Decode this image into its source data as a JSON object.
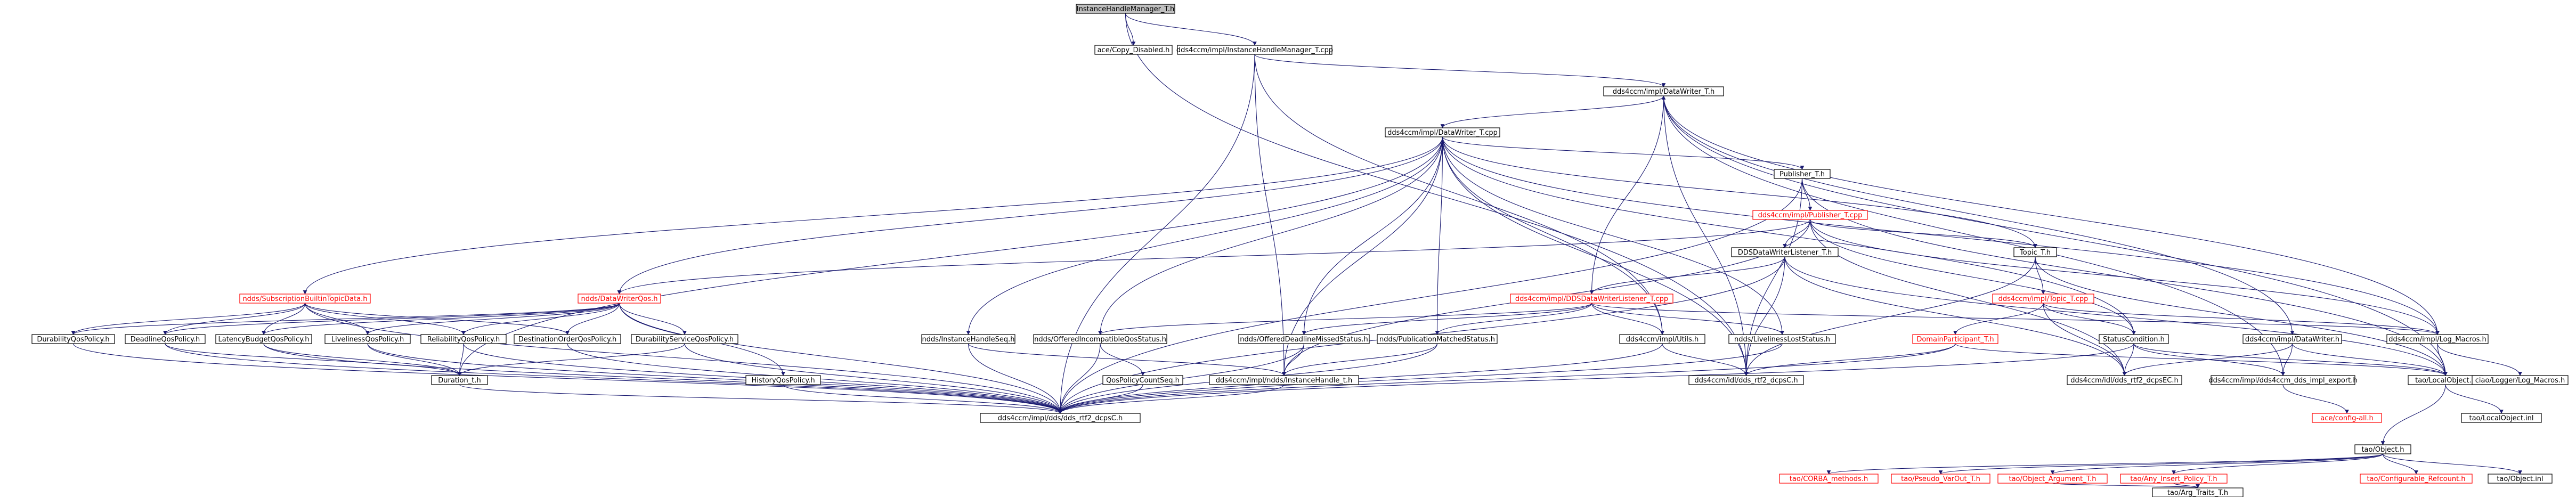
{
  "colors": {
    "node_border": "#000000",
    "node_border_missing": "#ff0000",
    "root_fill": "#bfbfbf",
    "edge": "#191970"
  },
  "nodes": {
    "root": "InstanceHandleManager_T.h",
    "copy_disabled": "ace/Copy_Disabled.h",
    "ihm_cpp": "dds4ccm/impl/InstanceHandleManager_T.cpp",
    "dw_h": "dds4ccm/impl/DataWriter_T.h",
    "dw_cpp": "dds4ccm/impl/DataWriter_T.cpp",
    "publisher_h": "Publisher_T.h",
    "publisher_cpp": "dds4ccm/impl/Publisher_T.cpp",
    "ddsdwl_h": "DDSDataWriterListener_T.h",
    "topic_h": "Topic_T.h",
    "topic_cpp": "dds4ccm/impl/Topic_T.cpp",
    "sub_builtin": "ndds/SubscriptionBuiltinTopicData.h",
    "dwqos": "ndds/DataWriterQos.h",
    "ddsdwl_cpp": "dds4ccm/impl/DDSDataWriterListener_T.cpp",
    "domain_participant": "DomainParticipant_T.h",
    "status_condition": "StatusCondition.h",
    "impl_datawriter": "dds4ccm/impl/DataWriter.h",
    "durability": "DurabilityQosPolicy.h",
    "deadline": "DeadlineQosPolicy.h",
    "latency": "LatencyBudgetQosPolicy.h",
    "liveliness": "LivelinessQosPolicy.h",
    "reliability": "ReliabilityQosPolicy.h",
    "dest_order": "DestinationOrderQosPolicy.h",
    "durability_service": "DurabilityServiceQosPolicy.h",
    "ihs": "ndds/InstanceHandleSeq.h",
    "offered_incompat": "ndds/OfferedIncompatibleQosStatus.h",
    "offered_deadline": "ndds/OfferedDeadlineMissedStatus.h",
    "pub_matched": "ndds/PublicationMatchedStatus.h",
    "utils": "dds4ccm/impl/Utils.h",
    "liveliness_lost": "ndds/LivelinessLostStatus.h",
    "log_macros": "dds4ccm/impl/Log_Macros.h",
    "history": "HistoryQosPolicy.h",
    "qos_count": "QosPolicyCountSeq.h",
    "duration": "Duration_t.h",
    "instancehandle": "dds4ccm/impl/ndds/InstanceHandle_t.h",
    "dds_rtiC": "dds4ccm/idl/dds_rtf2_dcpsC.h",
    "dds_rtiEC": "dds4ccm/idl/dds_rtf2_dcpsEC.h",
    "dds4ccm_export": "dds4ccm/impl/dds4ccm_dds_impl_export.h",
    "local_object": "tao/LocalObject.h",
    "logger_log_macros": "ciao/Logger/Log_Macros.h",
    "dds_rtf2_dcpsC": "dds4ccm/impl/dds/dds_rtf2_dcpsC.h",
    "config_all": "ace/config-all.h",
    "local_object_inl": "tao/LocalObject.inl",
    "object_h": "tao/Object.h",
    "corba_methods": "tao/CORBA_methods.h",
    "pseudo_var": "tao/Pseudo_VarOut_T.h",
    "object_argument": "tao/Object_Argument_T.h",
    "any_insert": "tao/Any_Insert_Policy_T.h",
    "configurable_refcount": "tao/Configurable_Refcount.h",
    "object_inl": "tao/Object.inl",
    "arg_traits": "tao/Arg_Traits_T.h"
  }
}
